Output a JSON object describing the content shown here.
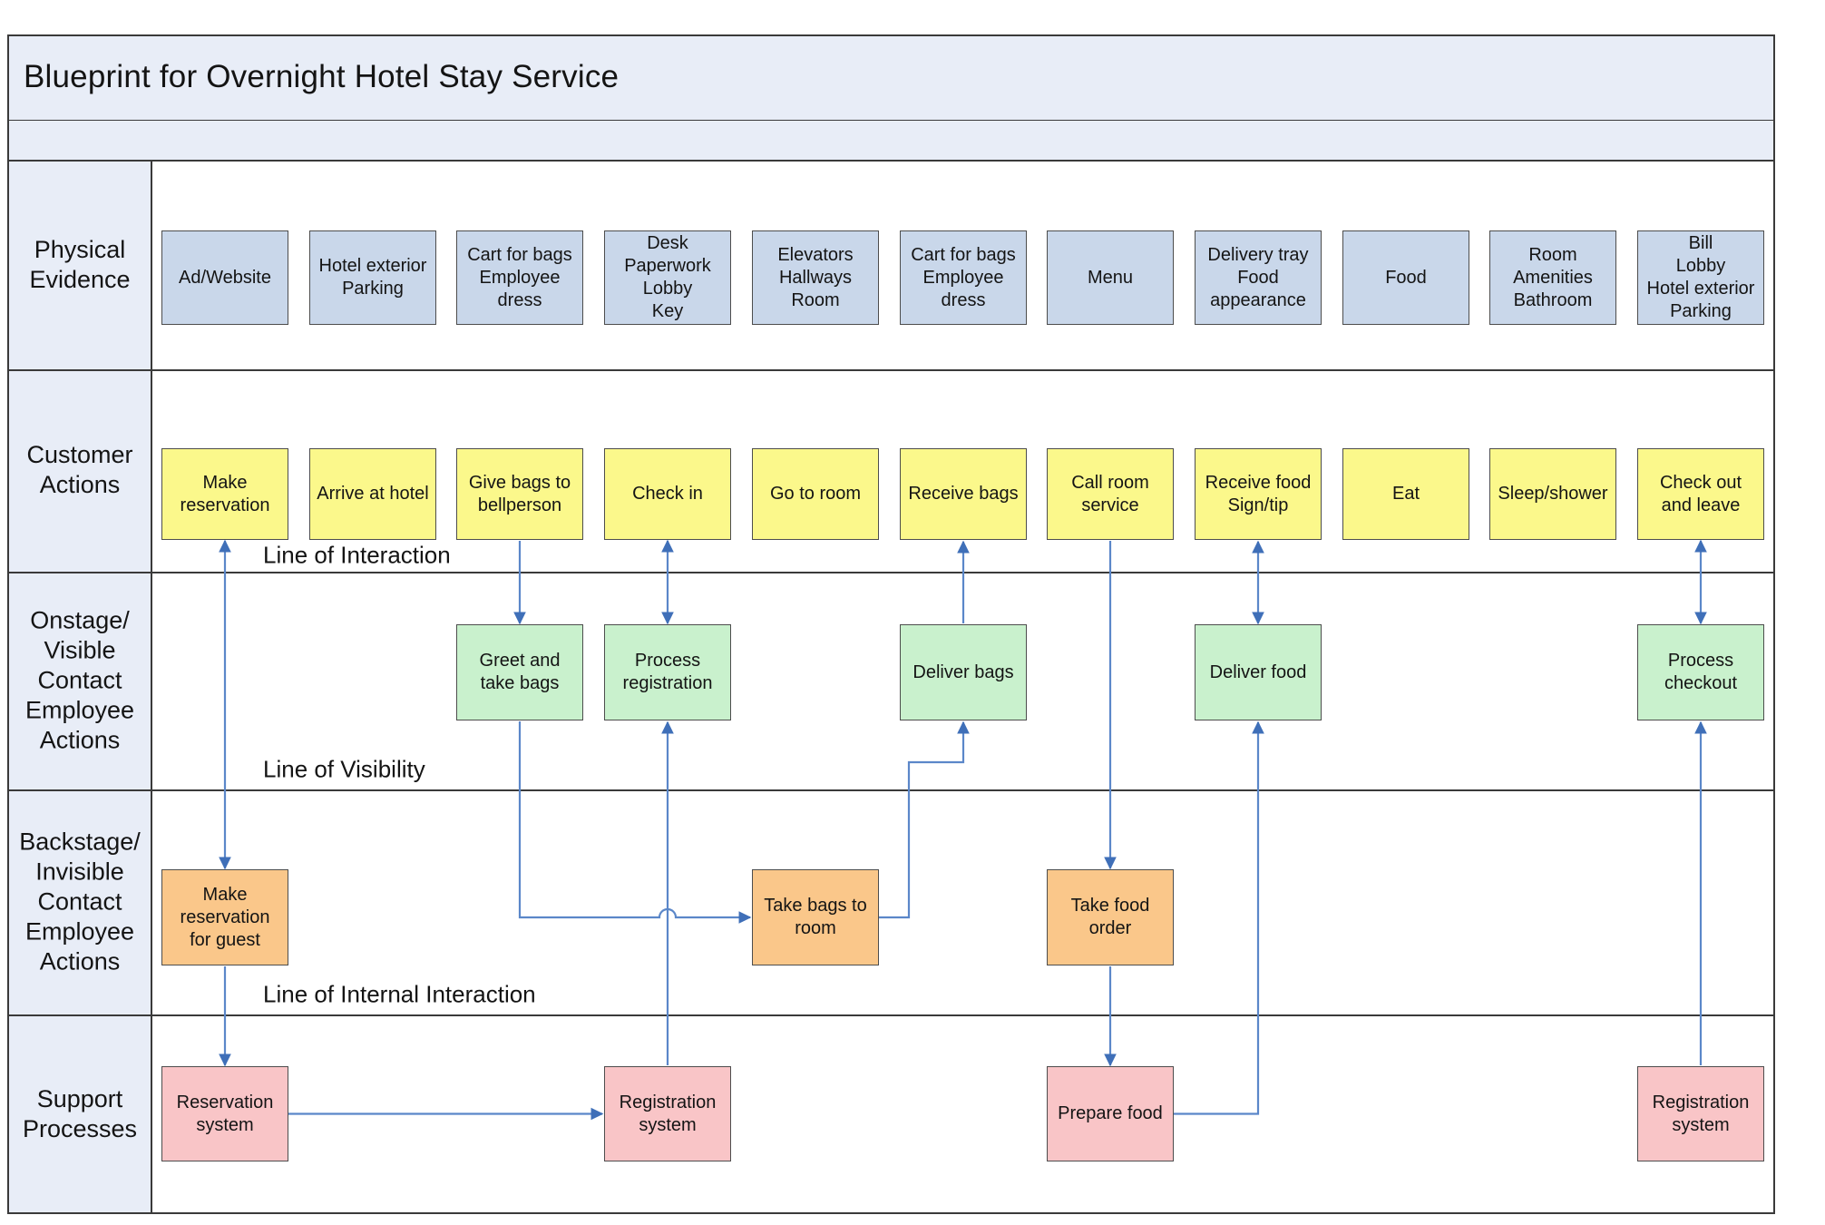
{
  "title": "Blueprint for Overnight Hotel Stay Service",
  "lanes": {
    "physical_evidence": {
      "label": "Physical\nEvidence"
    },
    "customer_actions": {
      "label": "Customer\nActions"
    },
    "onstage": {
      "label": "Onstage/\nVisible\nContact\nEmployee\nActions"
    },
    "backstage": {
      "label": "Backstage/\nInvisible\nContact\nEmployee\nActions"
    },
    "support": {
      "label": "Support\nProcesses"
    }
  },
  "lines": {
    "interaction": "Line of Interaction",
    "visibility": "Line of Visibility",
    "internal": "Line of Internal Interaction"
  },
  "boxes": {
    "physical_evidence": [
      {
        "col": 1,
        "lines": [
          "Ad/Website"
        ]
      },
      {
        "col": 2,
        "lines": [
          "Hotel exterior",
          "Parking"
        ]
      },
      {
        "col": 3,
        "lines": [
          "Cart for bags",
          "Employee",
          "dress"
        ]
      },
      {
        "col": 4,
        "lines": [
          "Desk",
          "Paperwork",
          "Lobby",
          "Key"
        ]
      },
      {
        "col": 5,
        "lines": [
          "Elevators",
          "Hallways",
          "Room"
        ]
      },
      {
        "col": 6,
        "lines": [
          "Cart for bags",
          "Employee",
          "dress"
        ]
      },
      {
        "col": 7,
        "lines": [
          "Menu"
        ]
      },
      {
        "col": 8,
        "lines": [
          "Delivery tray",
          "Food",
          "appearance"
        ]
      },
      {
        "col": 9,
        "lines": [
          "Food"
        ]
      },
      {
        "col": 10,
        "lines": [
          "Room",
          "Amenities",
          "Bathroom"
        ]
      },
      {
        "col": 11,
        "lines": [
          "Bill",
          "Lobby",
          "Hotel exterior",
          "Parking"
        ]
      }
    ],
    "customer_actions": [
      {
        "col": 1,
        "lines": [
          "Make",
          "reservation"
        ]
      },
      {
        "col": 2,
        "lines": [
          "Arrive at hotel"
        ]
      },
      {
        "col": 3,
        "lines": [
          "Give bags to",
          "bellperson"
        ]
      },
      {
        "col": 4,
        "lines": [
          "Check in"
        ]
      },
      {
        "col": 5,
        "lines": [
          "Go to room"
        ]
      },
      {
        "col": 6,
        "lines": [
          "Receive bags"
        ]
      },
      {
        "col": 7,
        "lines": [
          "Call room",
          "service"
        ]
      },
      {
        "col": 8,
        "lines": [
          "Receive food",
          "Sign/tip"
        ]
      },
      {
        "col": 9,
        "lines": [
          "Eat"
        ]
      },
      {
        "col": 10,
        "lines": [
          "Sleep/shower"
        ]
      },
      {
        "col": 11,
        "lines": [
          "Check out",
          "and leave"
        ]
      }
    ],
    "onstage": [
      {
        "col": 3,
        "lines": [
          "Greet and",
          "take bags"
        ]
      },
      {
        "col": 4,
        "lines": [
          "Process",
          "registration"
        ]
      },
      {
        "col": 6,
        "lines": [
          "Deliver bags"
        ]
      },
      {
        "col": 8,
        "lines": [
          "Deliver food"
        ]
      },
      {
        "col": 11,
        "lines": [
          "Process",
          "checkout"
        ]
      }
    ],
    "backstage": [
      {
        "col": 1,
        "lines": [
          "Make",
          "reservation",
          "for guest"
        ]
      },
      {
        "col": 5,
        "lines": [
          "Take bags to",
          "room"
        ]
      },
      {
        "col": 7,
        "lines": [
          "Take food",
          "order"
        ]
      }
    ],
    "support": [
      {
        "col": 1,
        "lines": [
          "Reservation",
          "system"
        ]
      },
      {
        "col": 4,
        "lines": [
          "Registration",
          "system"
        ]
      },
      {
        "col": 7,
        "lines": [
          "Prepare food"
        ]
      },
      {
        "col": 11,
        "lines": [
          "Registration",
          "system"
        ]
      }
    ]
  },
  "connectors": [
    {
      "id": "reservation-link",
      "from": "customer-1",
      "to": "backstage-1",
      "arrows": "both"
    },
    {
      "id": "reservation-to-system",
      "from": "backstage-1",
      "to": "support-1",
      "arrows": "end"
    },
    {
      "id": "reservation-to-registration",
      "from": "support-1",
      "to": "support-4",
      "arrows": "end"
    },
    {
      "id": "bags-handoff",
      "from": "customer-3",
      "to": "onstage-3",
      "arrows": "end"
    },
    {
      "id": "bags-to-room-route",
      "from": "onstage-3",
      "to": "backstage-5",
      "arrows": "end"
    },
    {
      "id": "checkin-link",
      "from": "customer-4",
      "to": "onstage-4",
      "arrows": "both"
    },
    {
      "id": "registration-to-process",
      "from": "support-4",
      "to": "onstage-4",
      "arrows": "end"
    },
    {
      "id": "deliver-bags-to-guest",
      "from": "onstage-6",
      "to": "customer-6",
      "arrows": "end"
    },
    {
      "id": "room-to-deliver-bags",
      "from": "backstage-5",
      "to": "onstage-6",
      "arrows": "end"
    },
    {
      "id": "room-service-call",
      "from": "customer-7",
      "to": "backstage-7",
      "arrows": "end"
    },
    {
      "id": "order-to-kitchen",
      "from": "backstage-7",
      "to": "support-7",
      "arrows": "end"
    },
    {
      "id": "food-to-deliver",
      "from": "support-7",
      "to": "onstage-8",
      "arrows": "end"
    },
    {
      "id": "deliver-food-link",
      "from": "onstage-8",
      "to": "customer-8",
      "arrows": "both"
    },
    {
      "id": "checkout-link",
      "from": "customer-11",
      "to": "onstage-11",
      "arrows": "both"
    },
    {
      "id": "registration-to-checkout",
      "from": "support-11",
      "to": "onstage-11",
      "arrows": "end"
    }
  ],
  "colors": {
    "band_background": "#e8edf7",
    "physical_evidence_fill": "#c9d7ea",
    "customer_fill": "#fbf88b",
    "onstage_fill": "#c9f1cd",
    "backstage_fill": "#fac78a",
    "support_fill": "#f9c5c7",
    "arrow_line": "#5b87c9",
    "arrow_head": "#3f6fb8",
    "grid_line": "#3a3a3a"
  }
}
